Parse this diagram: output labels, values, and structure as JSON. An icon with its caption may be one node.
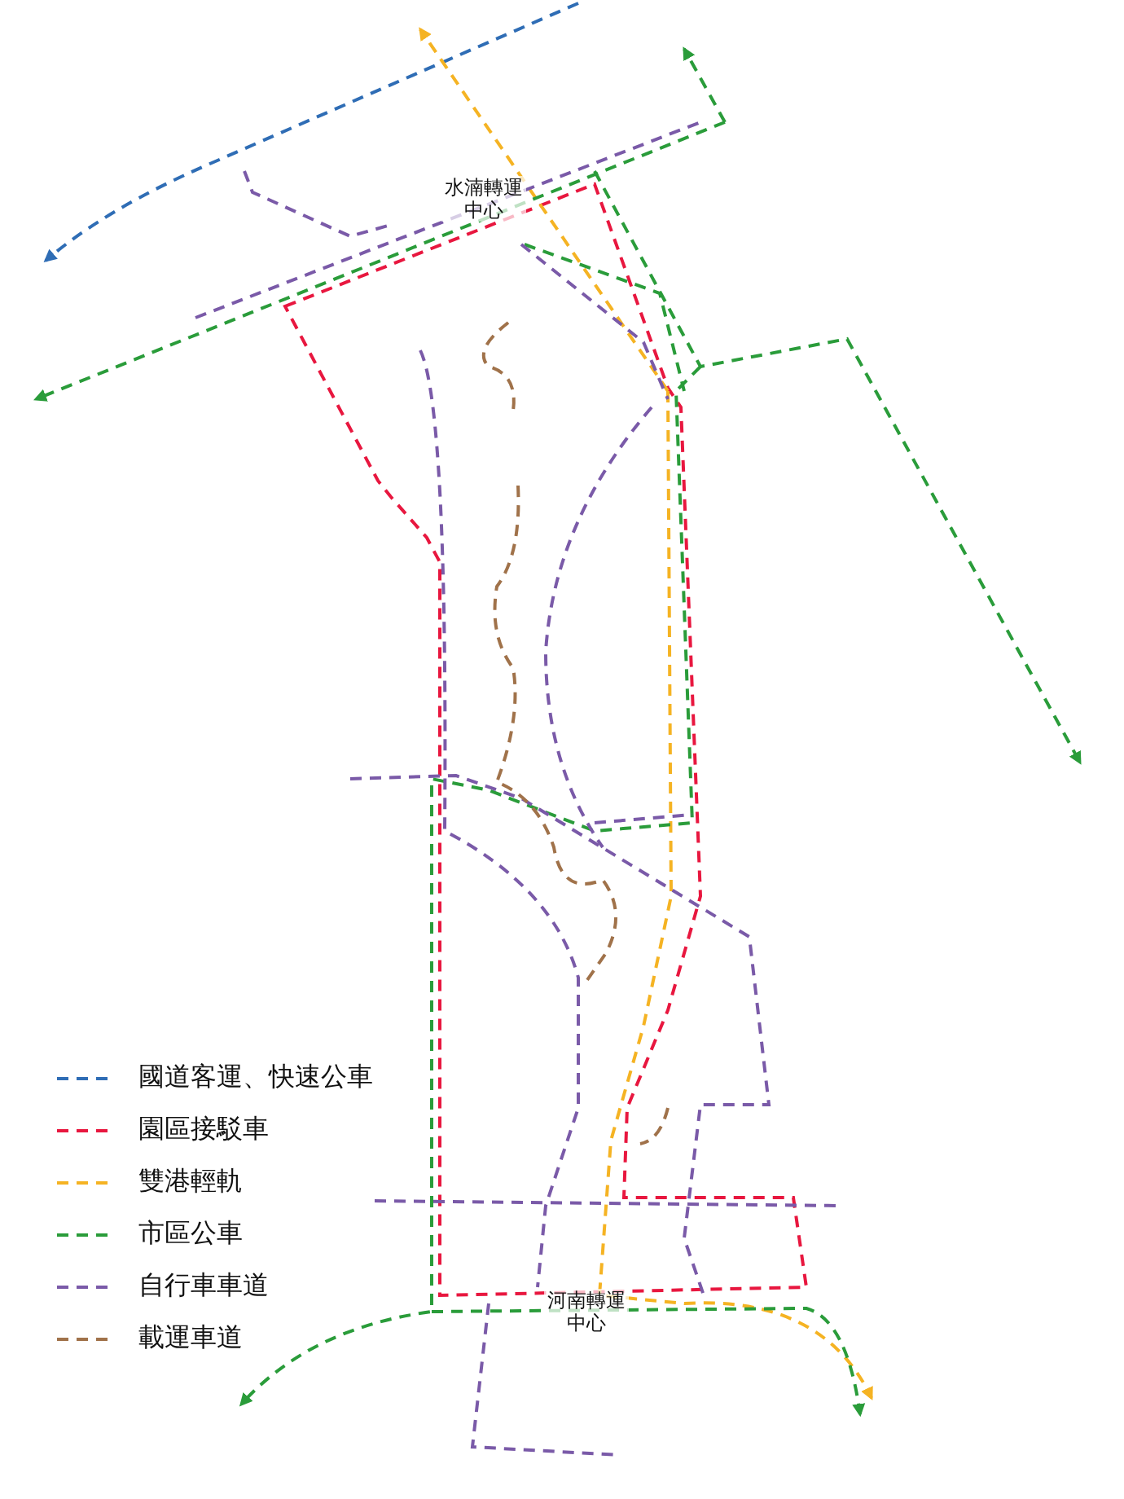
{
  "diagram": {
    "labels": [
      "水湳轉運中心",
      "河南轉運中心"
    ],
    "legend": [
      {
        "text": "國道客運、快速公車",
        "color": "#2f6db5"
      },
      {
        "text": "園區接駁車",
        "color": "#e8173f"
      },
      {
        "text": "雙港輕軌",
        "color": "#f5b323"
      },
      {
        "text": "市區公車",
        "color": "#2a9c3a"
      },
      {
        "text": "自行車車道",
        "color": "#7a5aa8"
      },
      {
        "text": "載運車道",
        "color": "#a0724a"
      }
    ]
  }
}
